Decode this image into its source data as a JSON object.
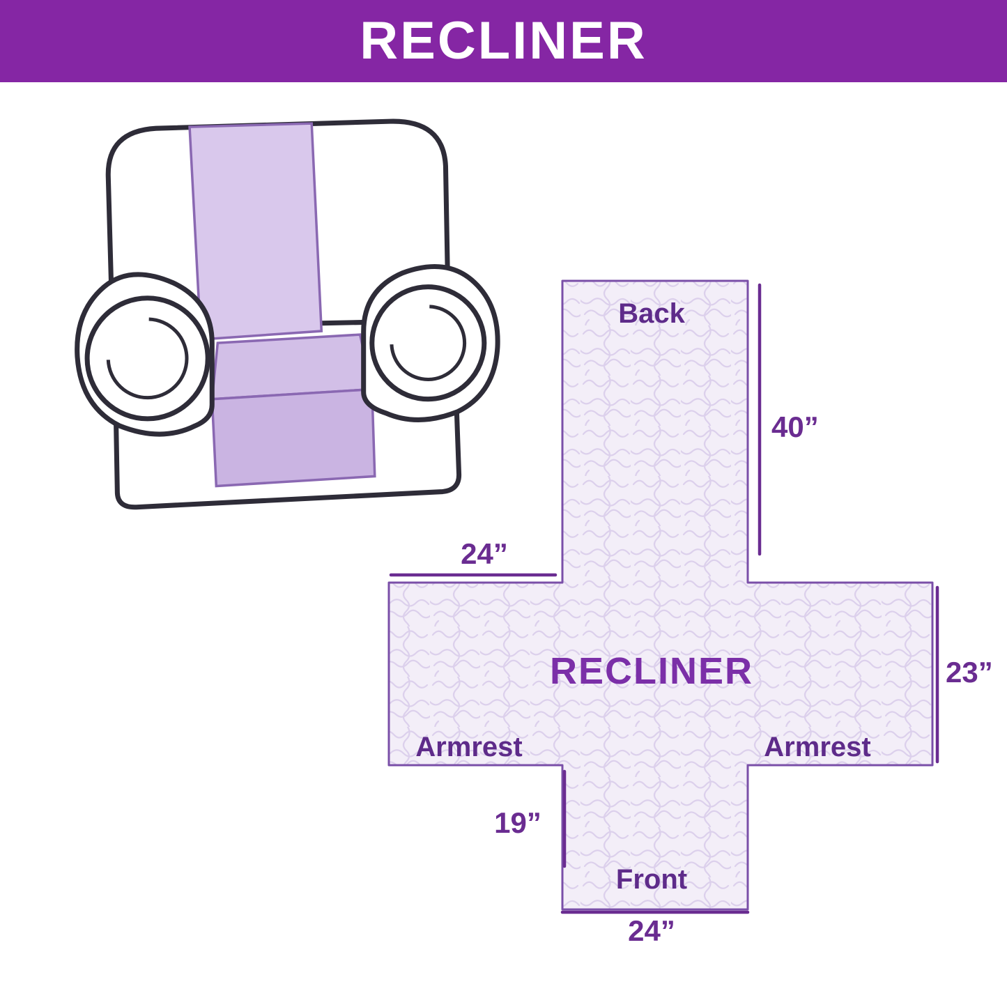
{
  "header": {
    "title": "RECLINER",
    "bg_color": "#8526a4",
    "text_color": "#ffffff"
  },
  "illustration": {
    "name": "recliner-chair-with-cover-icon",
    "cover_color": "#d9c8ec",
    "cover_seat_color": "#d2bfe7",
    "cover_drape_color": "#cab4e2",
    "outline_color": "#2e2c38"
  },
  "diagram": {
    "center_label": "RECLINER",
    "sections": {
      "back": "Back",
      "armrest_left": "Armrest",
      "armrest_right": "Armrest",
      "front": "Front"
    },
    "dimensions": {
      "back_height": "40”",
      "armrest_top_width": "24”",
      "side_height": "23”",
      "front_height": "19”",
      "front_width": "24”"
    },
    "fill_color": "#f3eef8",
    "pattern_color": "#dcd0ec",
    "border_color": "#7a4fa8",
    "line_color": "#6a2c91",
    "label_color": "#5e2b8a",
    "center_label_color": "#7b2fa8"
  }
}
